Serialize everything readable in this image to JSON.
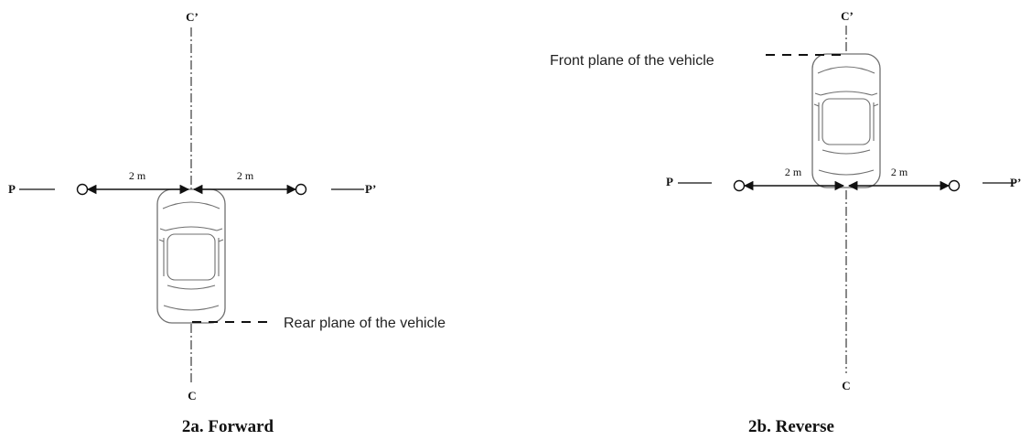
{
  "colors": {
    "ink": "#111111",
    "car_line": "#6f6f6f",
    "background": "#ffffff"
  },
  "panels": [
    {
      "id": "forward",
      "caption": "2a. Forward",
      "axis_top_label": "C’",
      "axis_bottom_label": "C",
      "left_line_label": "P",
      "right_line_label": "P’",
      "left_distance_label": "2 m",
      "right_distance_label": "2 m",
      "plane_callout": "Rear plane of the vehicle",
      "distance_m": 2
    },
    {
      "id": "reverse",
      "caption": "2b. Reverse",
      "axis_top_label": "C’",
      "axis_bottom_label": "C",
      "left_line_label": "P",
      "right_line_label": "P’",
      "left_distance_label": "2 m",
      "right_distance_label": "2 m",
      "plane_callout": "Front plane of the vehicle",
      "distance_m": 2
    }
  ]
}
